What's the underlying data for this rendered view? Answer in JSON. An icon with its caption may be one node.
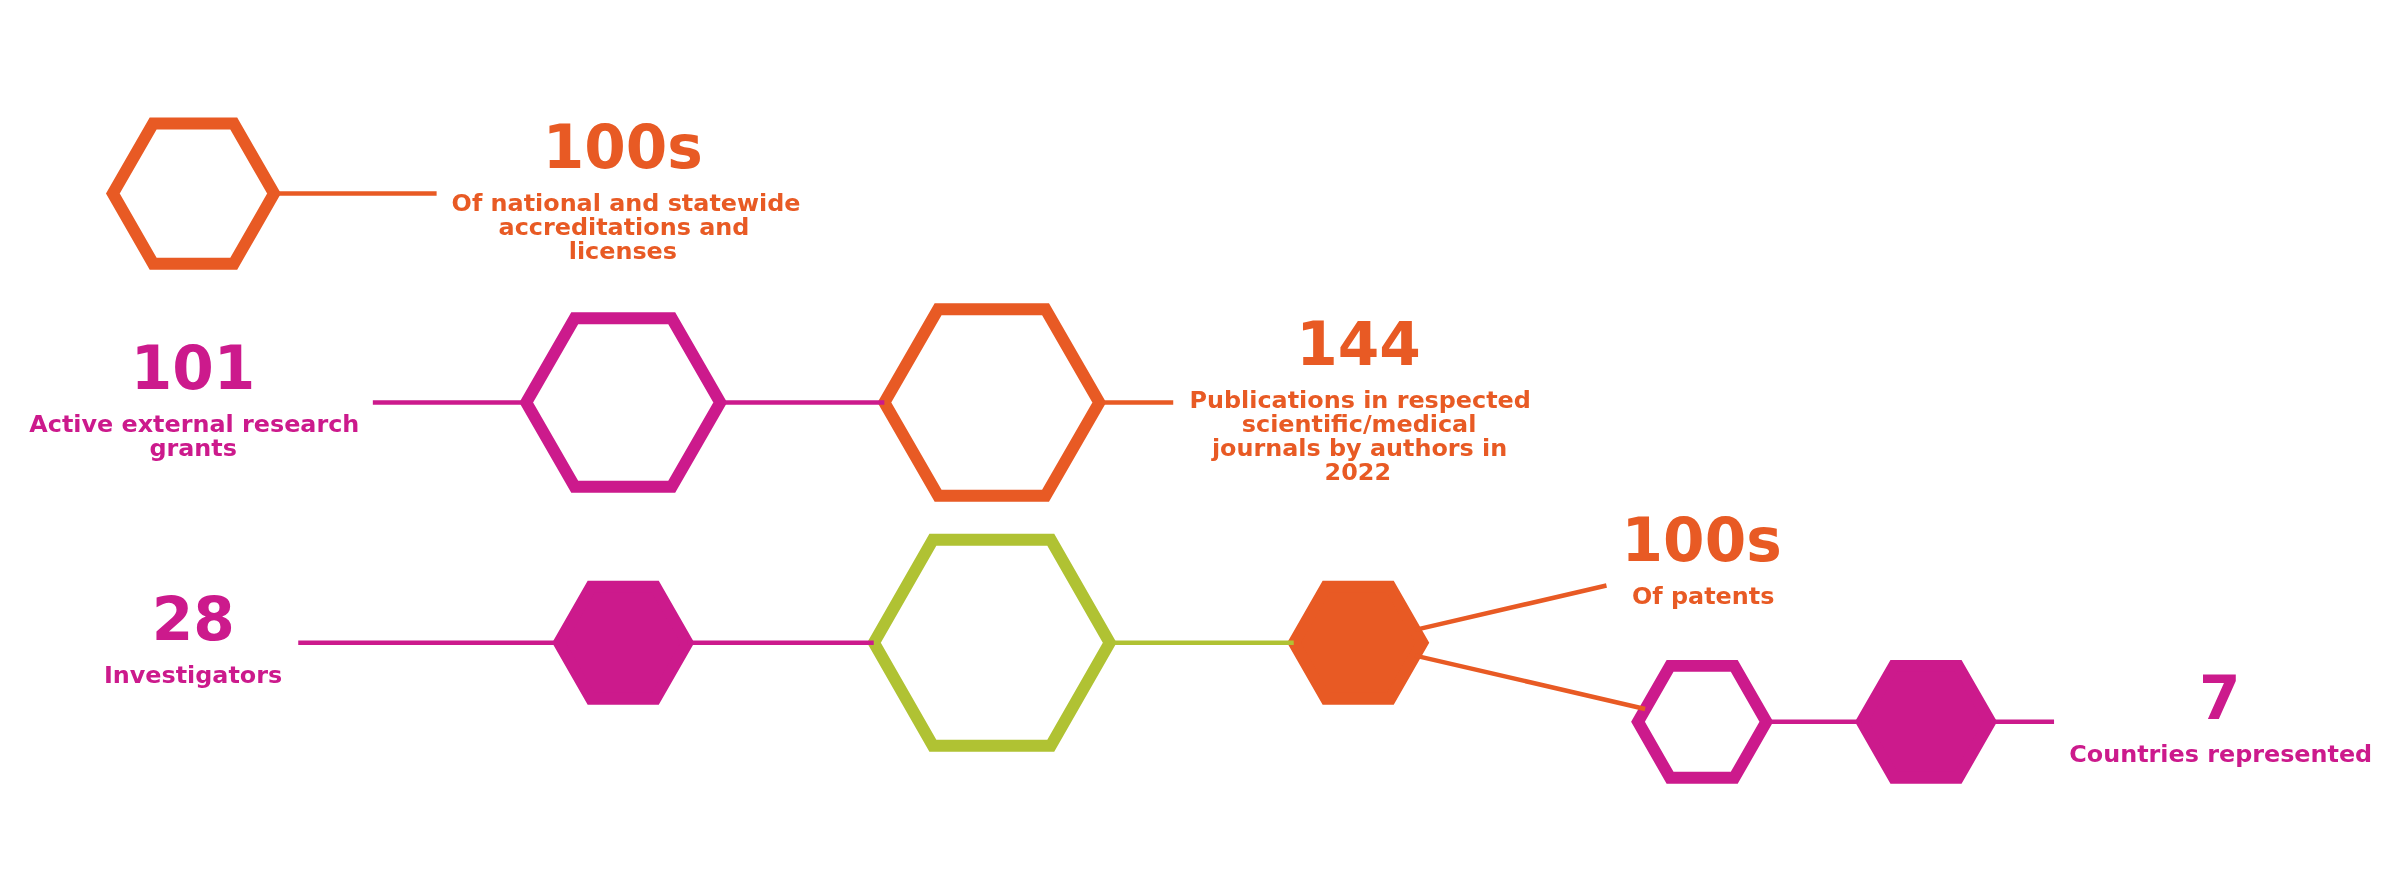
{
  "diagram": {
    "nodes": [
      {
        "text": [
          "28",
          "Investigators"
        ]
      },
      {
        "text": [],
        "shape": "hexagon"
      },
      {
        "text": [],
        "shape": "hexagon"
      },
      {
        "text": [
          "100s",
          "Of patents"
        ]
      },
      {
        "text": [],
        "shape": "hexagon"
      },
      {
        "text": [],
        "shape": "hexagon"
      },
      {
        "text": [],
        "shape": "hexagon"
      },
      {
        "text": [
          "7",
          "Countries represented"
        ]
      },
      {
        "text": [
          "144",
          "Publications in respected scientific/medical journals by authors in 2022"
        ]
      },
      {
        "text": [],
        "shape": "hexagon"
      },
      {
        "text": [],
        "shape": "hexagon"
      },
      {
        "text": [
          "100s",
          "Of national and statewide accreditations and licenses"
        ]
      },
      {
        "text": [
          "101",
          "Active external research grants"
        ]
      },
      {
        "text": [],
        "shape": "hexagon"
      }
    ],
    "edges": [
      {
        "from": 0,
        "to": 1,
        "arrow": "none",
        "color": "#cc1a8c"
      },
      {
        "from": 1,
        "to": 2,
        "arrow": "none",
        "color": "#cc1a8c"
      },
      {
        "from": 2,
        "to": 4,
        "arrow": "none",
        "color": "#b0c233"
      },
      {
        "from": 4,
        "to": 3,
        "arrow": "none",
        "color": "#e85a24"
      },
      {
        "from": 4,
        "to": 5,
        "arrow": "none",
        "color": "#e85a24"
      },
      {
        "from": 5,
        "to": 6,
        "arrow": "none",
        "color": "#cc1a8c"
      },
      {
        "from": 6,
        "to": 7,
        "arrow": "none",
        "color": "#cc1a8c"
      },
      {
        "from": 10,
        "to": 11,
        "arrow": "none",
        "color": "#e85a24"
      },
      {
        "from": 12,
        "to": 13,
        "arrow": "none",
        "color": "#cc1a8c"
      },
      {
        "from": 13,
        "to": 9,
        "arrow": "none",
        "color": "#cc1a8c"
      },
      {
        "from": 9,
        "to": 8,
        "arrow": "none",
        "color": "#e85a24"
      }
    ]
  }
}
